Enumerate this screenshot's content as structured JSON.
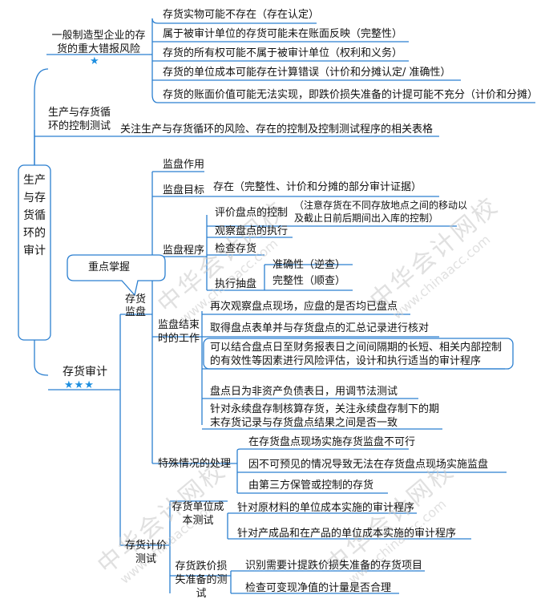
{
  "root": "生产与存货循环的审计",
  "risk": {
    "label": "一般制造型企业的存货的重大错报风险",
    "items": [
      "存货实物可能不存在（存在认定）",
      "属于被审计单位的存货可能未在账面反映（完整性）",
      "存货的所有权可能不属于被审计单位（权利和义务）",
      "存货的单位成本可能存在计算错误（计价和分摊认定/ 准确性）",
      "存货的账面价值可能无法实现，即跌价损失准备的计提可能不充分（计价和分摊）"
    ]
  },
  "control": {
    "label": "生产与存货循环的控制测试",
    "item": "关注生产与存货循环的风险、存在的控制及控制测试程序的相关表格"
  },
  "audit": {
    "label": "存货审计",
    "callout": "重点掌握",
    "count": {
      "label": "存货监盘",
      "role": "监盘作用",
      "goal": {
        "label": "监盘目标",
        "item": "存在（完整性、计价和分摊的部分审计证据）"
      },
      "procedure": {
        "label": "监盘程序",
        "evaluate": "评价盘点的控制",
        "evaluate_note": "（注意存货在不同存放地点之间的移动以及截止日前后期间出入库的控制）",
        "observe": "观察盘点的执行",
        "check": "检查存货",
        "sample": "执行抽盘",
        "accuracy": "准确性（逆查）",
        "completeness": "完整性（顺查）"
      },
      "end": {
        "label": "监盘结束时的工作",
        "items": [
          "再次观察盘点现场，应盘的是否均已盘点",
          "取得盘点表单并与存货盘点的汇总记录进行核对",
          "可以结合盘点日至财务报表日之间间隔期的长短、相关内部控制的有效性等因素进行风险评估，设计和执行适当的审计程序",
          "盘点日为非资产负债表日，用调节法测试",
          "针对永续盘存制核算存货，关注永续盘存制下的期末存货记录与存货盘点结果之间是否一致"
        ]
      },
      "special": {
        "label": "特殊情况的处理",
        "items": [
          "在存货盘点现场实施存货监盘不可行",
          "因不可预见的情况导致无法在存货盘点现场实施监盘",
          "由第三方保管或控制的存货"
        ]
      }
    },
    "valuation": {
      "label": "存货计价测试",
      "unit_cost": {
        "label": "存货单位成本测试",
        "items": [
          "针对原材料的单位成本实施的审计程序",
          "针对产成品和在产品的单位成本实施的审计程序"
        ]
      },
      "impairment": {
        "label": "存货跌价损失准备的测试",
        "items": [
          "识别需要计提跌价损失准备的存货项目",
          "检查可变现净值的计量是否合理"
        ]
      }
    }
  },
  "watermark": {
    "cn": "中华会计网校",
    "en": "www.chinaacc.com"
  },
  "colors": {
    "line": "#2b7fd0",
    "star": "#1e8fe0",
    "text": "#111111"
  }
}
